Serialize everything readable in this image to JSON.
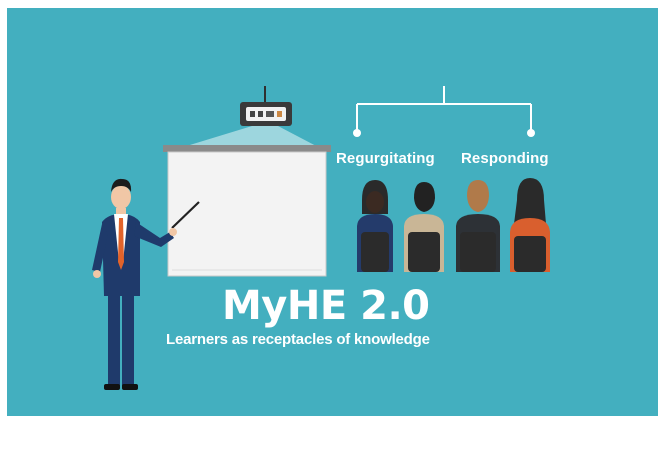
{
  "scene": {
    "title": "MyHE 2.0",
    "subtitle": "Learners as receptacles of knowledge",
    "labels": {
      "left_branch": "Regurgitating",
      "right_branch": "Responding"
    }
  },
  "colors": {
    "background": "#43afbf",
    "text": "#ffffff",
    "suit": "#1f3a6b",
    "screen": "#f4f4f4",
    "projector": "#3c3c3c",
    "tie": "#e2632a"
  },
  "icons": [
    "presenter",
    "pointer-stick",
    "projector",
    "projection-screen",
    "student",
    "branch-connector"
  ]
}
